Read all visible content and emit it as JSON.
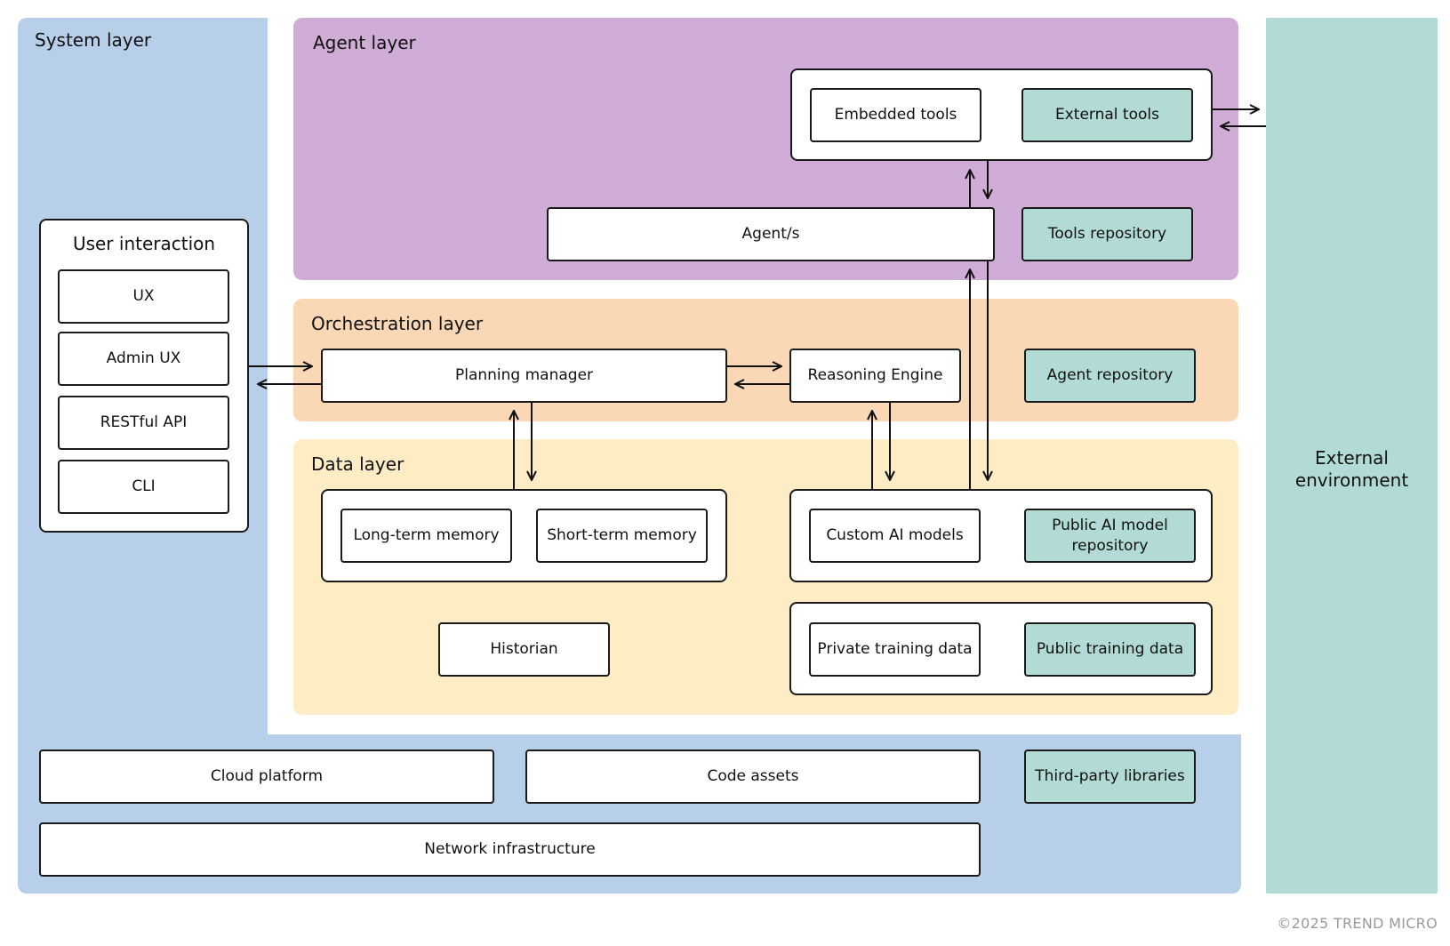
{
  "layers": {
    "system": "System layer",
    "agent": "Agent layer",
    "orchestration": "Orchestration layer",
    "data": "Data layer",
    "external": "External environment"
  },
  "user_interaction": {
    "title": "User interaction",
    "items": [
      "UX",
      "Admin UX",
      "RESTful API",
      "CLI"
    ]
  },
  "agent": {
    "embedded_tools": "Embedded tools",
    "external_tools": "External tools",
    "agents": "Agent/s",
    "tools_repository": "Tools repository"
  },
  "orchestration": {
    "planning_manager": "Planning manager",
    "reasoning_engine": "Reasoning Engine",
    "agent_repository": "Agent repository"
  },
  "data": {
    "long_term_memory": "Long-term memory",
    "short_term_memory": "Short-term memory",
    "historian": "Historian",
    "custom_ai_models": "Custom AI models",
    "public_ai_model_repository": "Public AI model repository",
    "private_training_data": "Private training data",
    "public_training_data": "Public training data"
  },
  "infrastructure": {
    "cloud_platform": "Cloud platform",
    "code_assets": "Code assets",
    "third_party_libraries": "Third-party libraries",
    "network_infrastructure": "Network infrastructure"
  },
  "copyright": "©2025 TREND MICRO",
  "colors": {
    "system": "#b8cfe9",
    "agent": "#cfadd6",
    "orchestration": "#fad8b6",
    "data": "#feedc4",
    "external": "#b2dbd5",
    "teal_box": "#b2dbd5"
  }
}
